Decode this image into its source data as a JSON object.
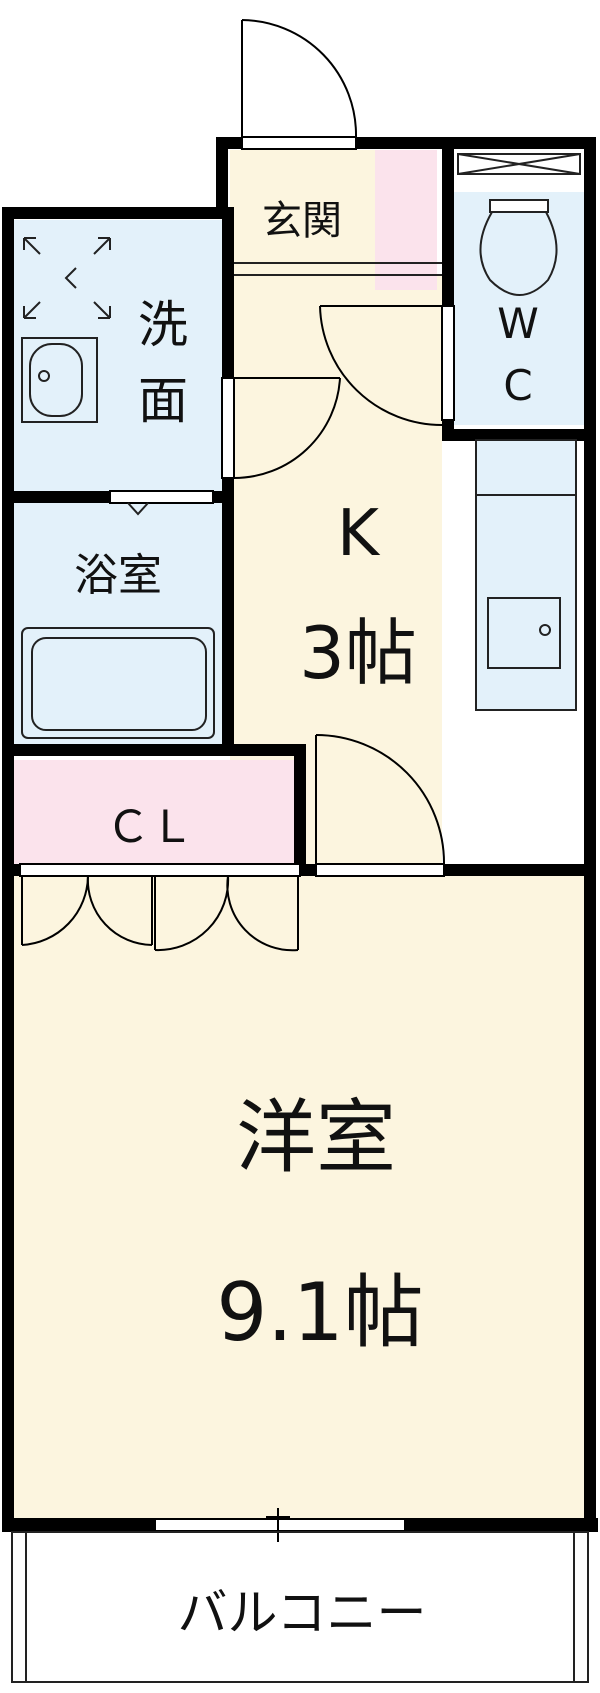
{
  "rooms": {
    "genkan": "玄関",
    "wc_w": "W",
    "wc_c": "C",
    "senmen_1": "洗",
    "senmen_2": "面",
    "yokushitsu": "浴室",
    "kitchen_name": "K",
    "kitchen_size": "3帖",
    "closet": "ＣＬ",
    "youshitsu_name": "洋室",
    "youshitsu_size": "9.1帖",
    "balcony": "バルコニー"
  },
  "colors": {
    "wall": "#000000",
    "floor": "#fcf5df",
    "water_area": "#e3f1fa",
    "pink_area": "#fbe3ec",
    "fixture_line": "#222222"
  }
}
